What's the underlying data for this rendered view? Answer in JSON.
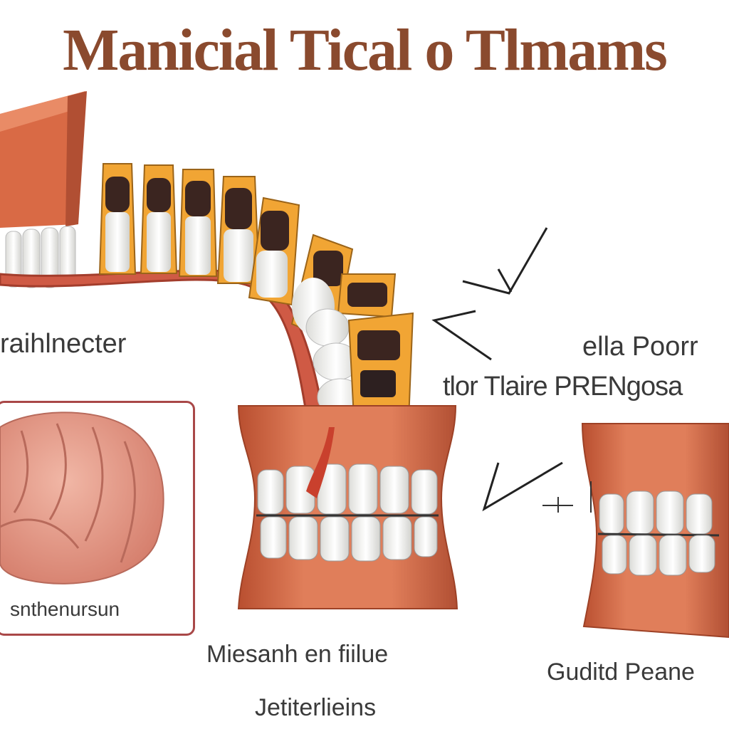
{
  "title": "Manicial Tical o Tlmams",
  "labels": {
    "upper_left": "raihlnecter",
    "right_top": "ella Poorr",
    "right_middle": "tlor Tlaire PRENgosa",
    "inset": "snthenursun",
    "center_bottom": "Miesanh en fiilue",
    "center_bottom_2": "Jetiterlieins",
    "right_bottom": "Guditd Peane"
  },
  "colors": {
    "gum": "#d2704e",
    "gum_dark": "#b14f33",
    "tooth": "#f7f7f5",
    "decay": "#3b2520",
    "gold": "#e8a23a",
    "title": "#8a4a2e"
  },
  "icons": [
    "check-mark-icon",
    "arrow-pointer-icon",
    "plus-icon"
  ]
}
